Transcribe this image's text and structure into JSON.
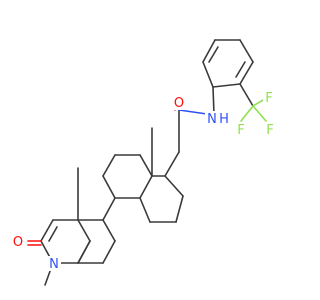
{
  "molecule": {
    "atom_labels": {
      "oxygen_ketone": "O",
      "nitrogen_ring": "N",
      "oxygen_amide": "O",
      "nitrogen_amide": "N",
      "hydrogen_amide": "H",
      "fluorine_1": "F",
      "fluorine_2": "F",
      "fluorine_3": "F"
    },
    "colors": {
      "bond": "#3a3a3a",
      "oxygen": "#ff0d0d",
      "nitrogen": "#3050f8",
      "fluorine": "#90e050"
    }
  }
}
